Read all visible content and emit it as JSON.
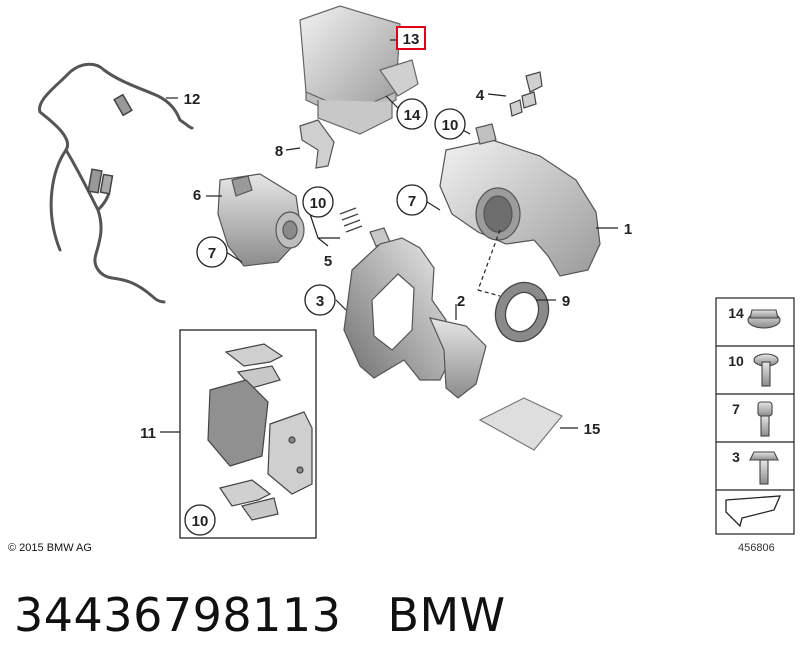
{
  "diagram": {
    "callouts": {
      "c1": "1",
      "c2": "2",
      "c3": "3",
      "c4": "4",
      "c5": "5",
      "c6": "6",
      "c7a": "7",
      "c7b": "7",
      "c8": "8",
      "c9": "9",
      "c10a": "10",
      "c10b": "10",
      "c10c": "10",
      "c11": "11",
      "c12": "12",
      "c13": "13",
      "c14": "14",
      "c15": "15"
    },
    "legend": {
      "items": [
        "14",
        "10",
        "7",
        "3"
      ]
    },
    "copyright": "© 2015 BMW AG",
    "diagram_number": "456806"
  },
  "caption": {
    "part_number": "34436798113",
    "brand": "BMW"
  },
  "colors": {
    "highlight": "#e2001a",
    "part_fill": "#d9d9d9",
    "outline": "#333333"
  }
}
